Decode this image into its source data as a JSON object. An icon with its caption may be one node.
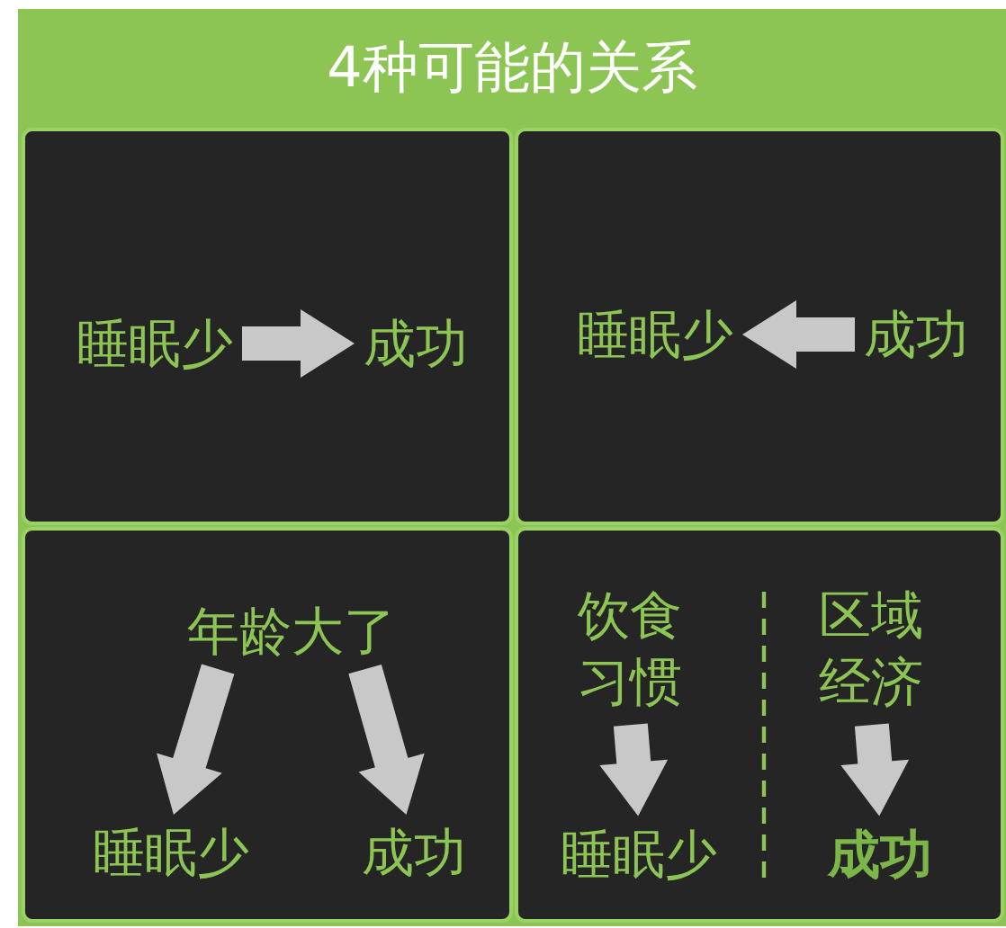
{
  "diagram": {
    "title": "4种可能的关系",
    "nodes": [
      {
        "text": [],
        "shape": "box"
      },
      {
        "text": [
          "睡眠少"
        ],
        "in": 0
      },
      {
        "text": [
          "成功"
        ],
        "in": 0
      },
      {
        "text": [],
        "shape": "box"
      },
      {
        "text": [
          "睡眠少"
        ],
        "in": 3
      },
      {
        "text": [
          "成功"
        ],
        "in": 3
      },
      {
        "text": [],
        "shape": "box"
      },
      {
        "text": [
          "年龄大了"
        ],
        "in": 6
      },
      {
        "text": [
          "睡眠少"
        ],
        "in": 6
      },
      {
        "text": [
          "成功"
        ],
        "in": 6
      },
      {
        "text": [],
        "shape": "box"
      },
      {
        "text": [
          "饮食习惯"
        ],
        "in": 10
      },
      {
        "text": [
          "区域经济"
        ],
        "in": 10
      },
      {
        "text": [
          "睡眠少"
        ],
        "in": 10
      },
      {
        "text": [
          "成功"
        ],
        "in": 10
      }
    ],
    "edges": [
      {
        "from": 1,
        "to": 2,
        "arrow": "to"
      },
      {
        "from": 5,
        "to": 4,
        "arrow": "to"
      },
      {
        "from": 7,
        "to": 8,
        "arrow": "to"
      },
      {
        "from": 7,
        "to": 9,
        "arrow": "to"
      },
      {
        "from": 11,
        "to": 13,
        "arrow": "to"
      },
      {
        "from": 12,
        "to": 14,
        "arrow": "to"
      }
    ]
  }
}
